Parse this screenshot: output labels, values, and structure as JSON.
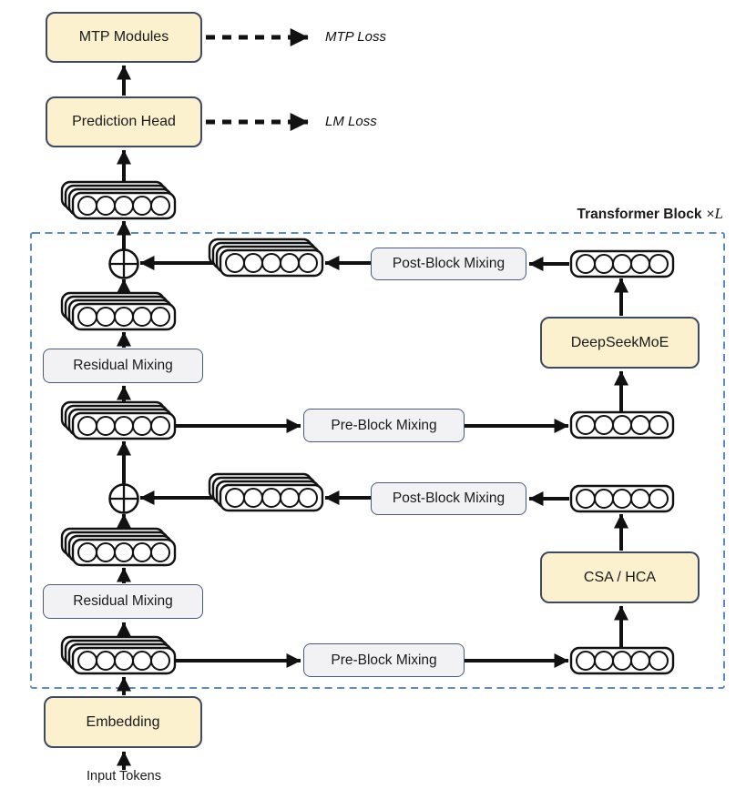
{
  "labels": {
    "mtp_modules": "MTP Modules",
    "prediction_head": "Prediction Head",
    "embedding": "Embedding",
    "deepseek_moe": "DeepSeekMoE",
    "csa_hca": "CSA / HCA",
    "residual_mixing": "Residual Mixing",
    "pre_block_mixing": "Pre-Block Mixing",
    "post_block_mixing": "Post-Block Mixing",
    "mtp_loss": "MTP Loss",
    "lm_loss": "LM Loss",
    "transformer_block": "Transformer Block",
    "repeat_times": "×",
    "repeat_var": "L",
    "input_tokens": "Input Tokens"
  },
  "colors": {
    "module_fill": "#FBF1CE",
    "module_border": "#3E4A63",
    "mixing_fill": "#F2F2F5",
    "mixing_border": "#4A5A80",
    "container_border": "#5B8BC9",
    "arrow": "#111111"
  }
}
